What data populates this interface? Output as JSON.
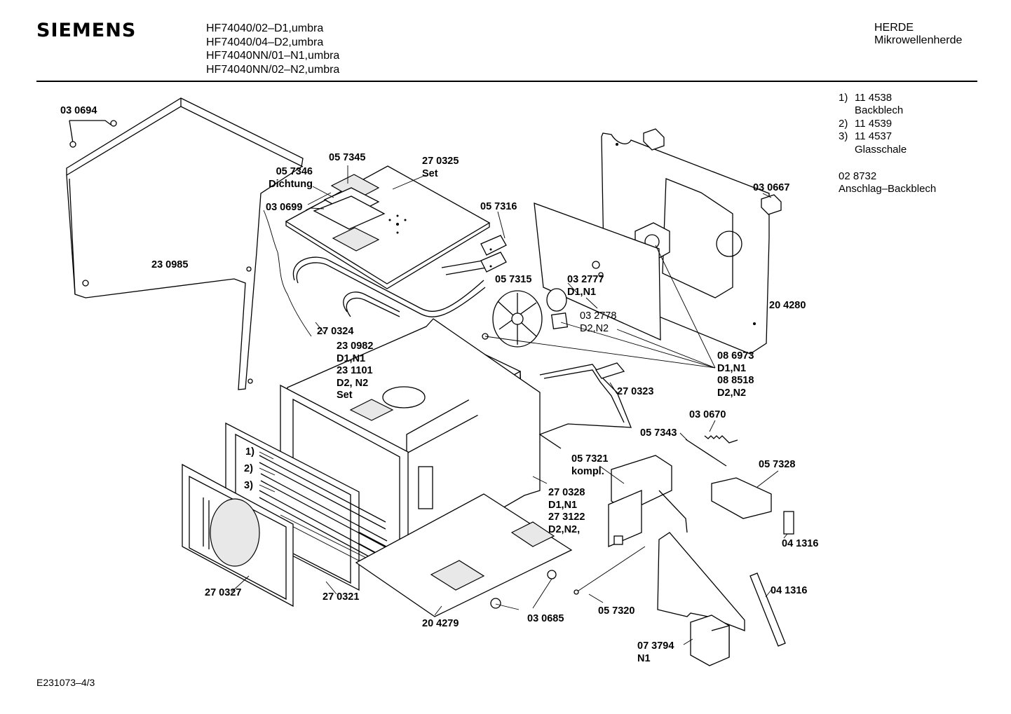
{
  "header": {
    "brand": "SIEMENS",
    "models": [
      "HF74040/02–D1,umbra",
      "HF74040/04–D2,umbra",
      "HF74040NN/01–N1,umbra",
      "HF74040NN/02–N2,umbra"
    ],
    "category": "HERDE",
    "subcategory": "Mikrowellenherde"
  },
  "notes": {
    "items": [
      {
        "num": "1)",
        "code": "11 4538",
        "desc": "Backblech"
      },
      {
        "num": "2)",
        "code": "11 4539",
        "desc": ""
      },
      {
        "num": "3)",
        "code": "11 4537",
        "desc": "Glasschale"
      }
    ],
    "extra_code": "02 8732",
    "extra_desc": "Anschlag–Backblech"
  },
  "footer": {
    "doc_id": "E231073–4/3"
  },
  "parts": {
    "p030694": "03 0694",
    "p057345": "05 7345",
    "p270325": "27 0325",
    "p270325_note": "Set",
    "p057346": "05 7346",
    "p057346_note": "Dichtung",
    "p030699": "03 0699",
    "p057316": "05 7316",
    "p030667": "03 0667",
    "p230985": "23 0985",
    "p057315": "05 7315",
    "p032777": "03 2777",
    "p032777_var": "D1,N1",
    "p032778": "03 2778",
    "p032778_var": "D2,N2",
    "p204280": "20 4280",
    "p270324": "27 0324",
    "p230982": "23 0982",
    "p230982_var": "D1,N1",
    "p231101": "23 1101",
    "p231101_var": "D2, N2",
    "p231101_note": "Set",
    "p086973": "08 6973",
    "p086973_var": "D1,N1",
    "p088518": "08 8518",
    "p088518_var": "D2,N2",
    "p270323": "27 0323",
    "p030670": "03 0670",
    "p057343": "05 7343",
    "p057321": "05 7321",
    "p057321_note": "kompl.",
    "p057328": "05 7328",
    "p270328": "27 0328",
    "p270328_var": "D1,N1",
    "p273122": "27 3122",
    "p273122_var": "D2,N2,",
    "p041316a": "04 1316",
    "p041316b": "04 1316",
    "p270327": "27 0327",
    "p270321": "27 0321",
    "p204279": "20 4279",
    "p030685": "03 0685",
    "p057320": "05 7320",
    "p073794": "07 3794",
    "p073794_var": "N1",
    "callout1": "1)",
    "callout2": "2)",
    "callout3": "3)"
  }
}
